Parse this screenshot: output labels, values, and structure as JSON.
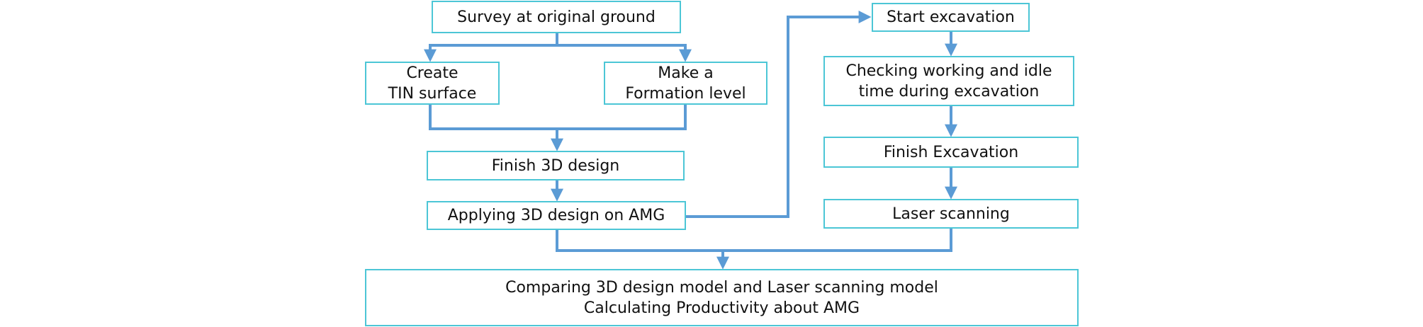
{
  "colors": {
    "box_border": "#4cc6d6",
    "connector": "#5b9bd5",
    "text": "#111111"
  },
  "steps": {
    "survey": "Survey at original ground",
    "tin_surface": [
      "Create",
      "TIN surface"
    ],
    "formation_level": [
      "Make a",
      "Formation level"
    ],
    "finish_design": "Finish 3D design",
    "apply_amg": "Applying 3D design on AMG",
    "start_excavation": "Start excavation",
    "checking_time": [
      "Checking working and idle",
      "time during excavation"
    ],
    "finish_excavation": "Finish Excavation",
    "laser_scanning": "Laser scanning",
    "comparing": [
      "Comparing 3D design model and Laser scanning model",
      "Calculating Productivity about AMG"
    ]
  }
}
